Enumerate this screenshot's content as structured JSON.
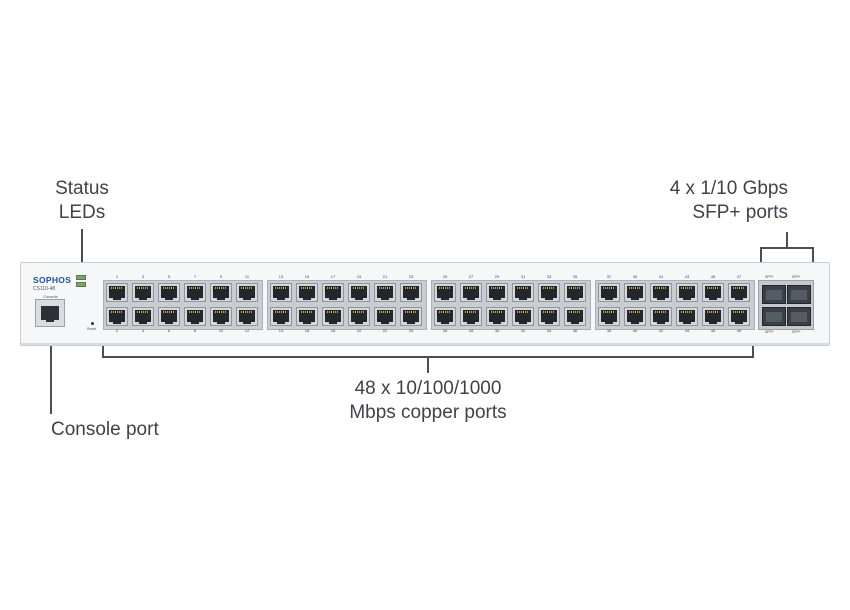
{
  "callouts": {
    "status_leds": "Status\nLEDs",
    "sfp_ports_line1": "4 x 1/10 Gbps",
    "sfp_ports_line2": "SFP+ ports",
    "copper_ports_line1": "48 x 10/100/1000",
    "copper_ports_line2": "Mbps copper ports",
    "console_port": "Console port"
  },
  "device": {
    "brand": "SOPHOS",
    "model": "CS110-48",
    "console_label": "Console",
    "reset_label": "Reset",
    "top_port_numbers": [
      "1",
      "3",
      "5",
      "7",
      "9",
      "11",
      "13",
      "15",
      "17",
      "19",
      "21",
      "23",
      "25",
      "27",
      "29",
      "31",
      "33",
      "35",
      "37",
      "39",
      "41",
      "43",
      "45",
      "47"
    ],
    "bottom_port_numbers": [
      "2",
      "4",
      "6",
      "8",
      "10",
      "12",
      "14",
      "16",
      "18",
      "20",
      "22",
      "24",
      "26",
      "28",
      "30",
      "32",
      "34",
      "36",
      "38",
      "40",
      "42",
      "44",
      "46",
      "48"
    ],
    "sfp_labels": [
      "SFP+",
      "SFP+",
      "SFP+",
      "SFP+"
    ]
  },
  "colors": {
    "brand": "#1d4f9a",
    "led": "#7da46a",
    "callout_text": "#3e434a"
  }
}
